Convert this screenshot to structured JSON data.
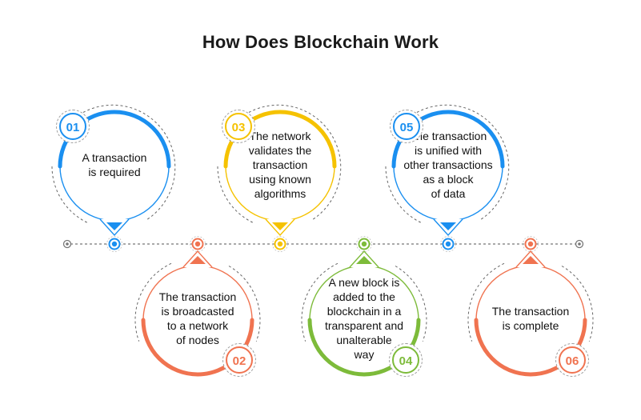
{
  "title": "How Does Blockchain Work",
  "colors": {
    "blue": "#1a8ff0",
    "orange": "#f07350",
    "yellow": "#f5c200",
    "green": "#7dbb3a",
    "gray": "#8a8a8a"
  },
  "steps": [
    {
      "number": "01",
      "text": "A transaction\nis required",
      "color": "#1a8ff0",
      "position": "top"
    },
    {
      "number": "02",
      "text": "The transaction\nis broadcasted\nto a network\nof nodes",
      "color": "#f07350",
      "position": "bottom"
    },
    {
      "number": "03",
      "text": "The network\nvalidates the\ntransaction\nusing known\nalgorithms",
      "color": "#f5c200",
      "position": "top"
    },
    {
      "number": "04",
      "text": "A new block is\nadded to the\nblockchain in a\ntransparent and\nunalterable\nway",
      "color": "#7dbb3a",
      "position": "bottom"
    },
    {
      "number": "05",
      "text": "The transaction\nis unified with\nother transactions\nas a block\nof data",
      "color": "#1a8ff0",
      "position": "top"
    },
    {
      "number": "06",
      "text": "The transaction\nis complete",
      "color": "#f07350",
      "position": "bottom"
    }
  ]
}
